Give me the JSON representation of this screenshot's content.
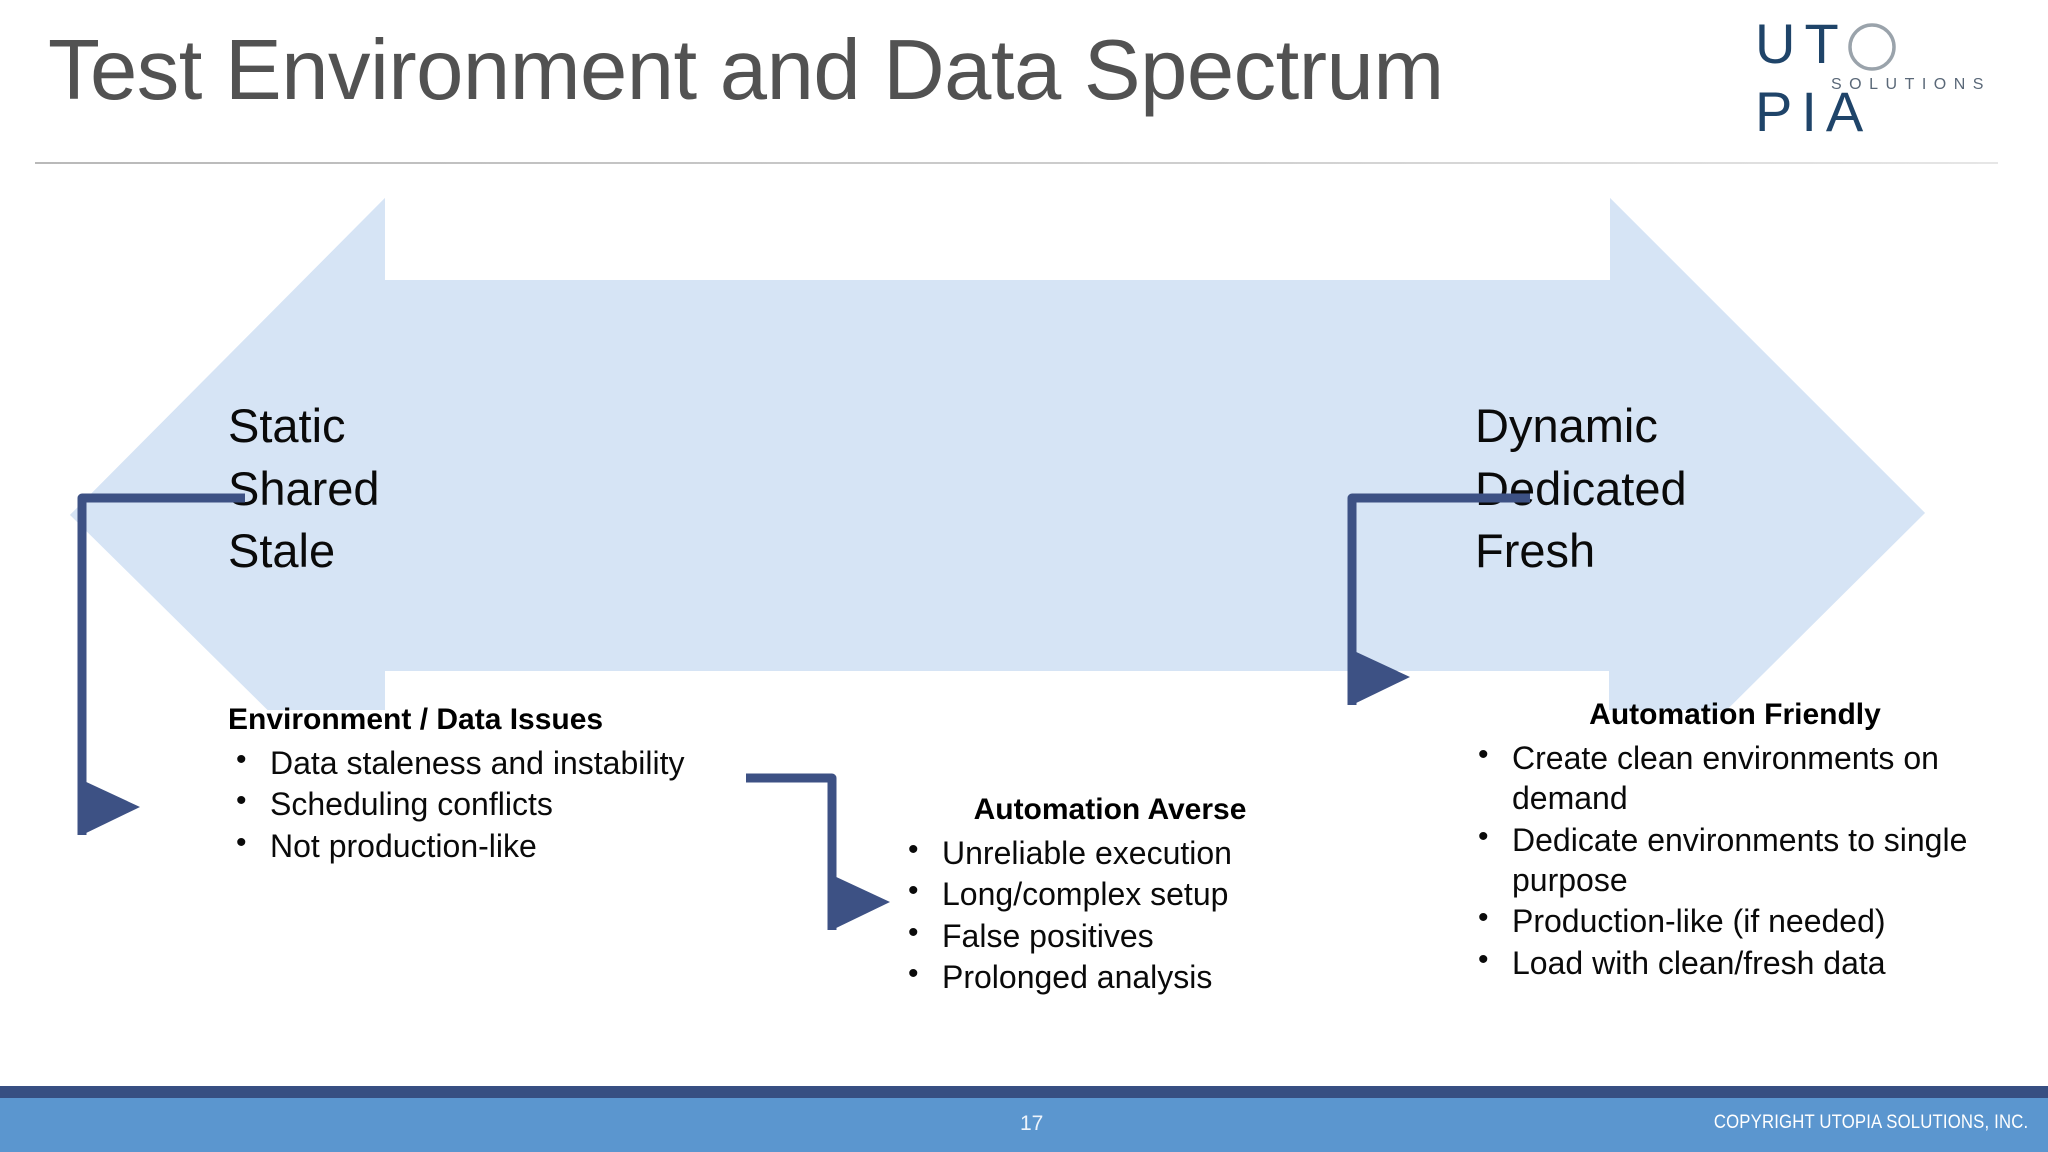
{
  "slide": {
    "title": "Test Environment and Data Spectrum",
    "number": "17",
    "copyright": "COPYRIGHT UTOPIA SOLUTIONS, INC."
  },
  "logo": {
    "wordmark_before": "UT",
    "wordmark_after": "PIA",
    "tagline": "SOLUTIONS"
  },
  "spectrum": {
    "left_pole": {
      "line1": "Static",
      "line2": "Shared",
      "line3": "Stale"
    },
    "right_pole": {
      "line1": "Dynamic",
      "line2": "Dedicated",
      "line3": "Fresh"
    }
  },
  "callouts": {
    "left": {
      "heading": "Environment / Data Issues",
      "items": [
        "Data staleness and instability",
        "Scheduling conflicts",
        "Not production-like"
      ]
    },
    "middle": {
      "heading": "Automation Averse",
      "items": [
        "Unreliable execution",
        "Long/complex setup",
        "False positives",
        "Prolonged analysis"
      ]
    },
    "right": {
      "heading": "Automation Friendly",
      "items": [
        "Create clean environments on demand",
        "Dedicate environments to single purpose",
        "Production-like (if needed)",
        "Load with clean/fresh data"
      ]
    }
  },
  "colors": {
    "arrow_fill": "#d6e4f5",
    "connector": "#3d5184",
    "footer_stripe": "#374f82",
    "footer_bar": "#5b96cf",
    "title_text": "#525252",
    "logo_navy": "#1f4469"
  }
}
